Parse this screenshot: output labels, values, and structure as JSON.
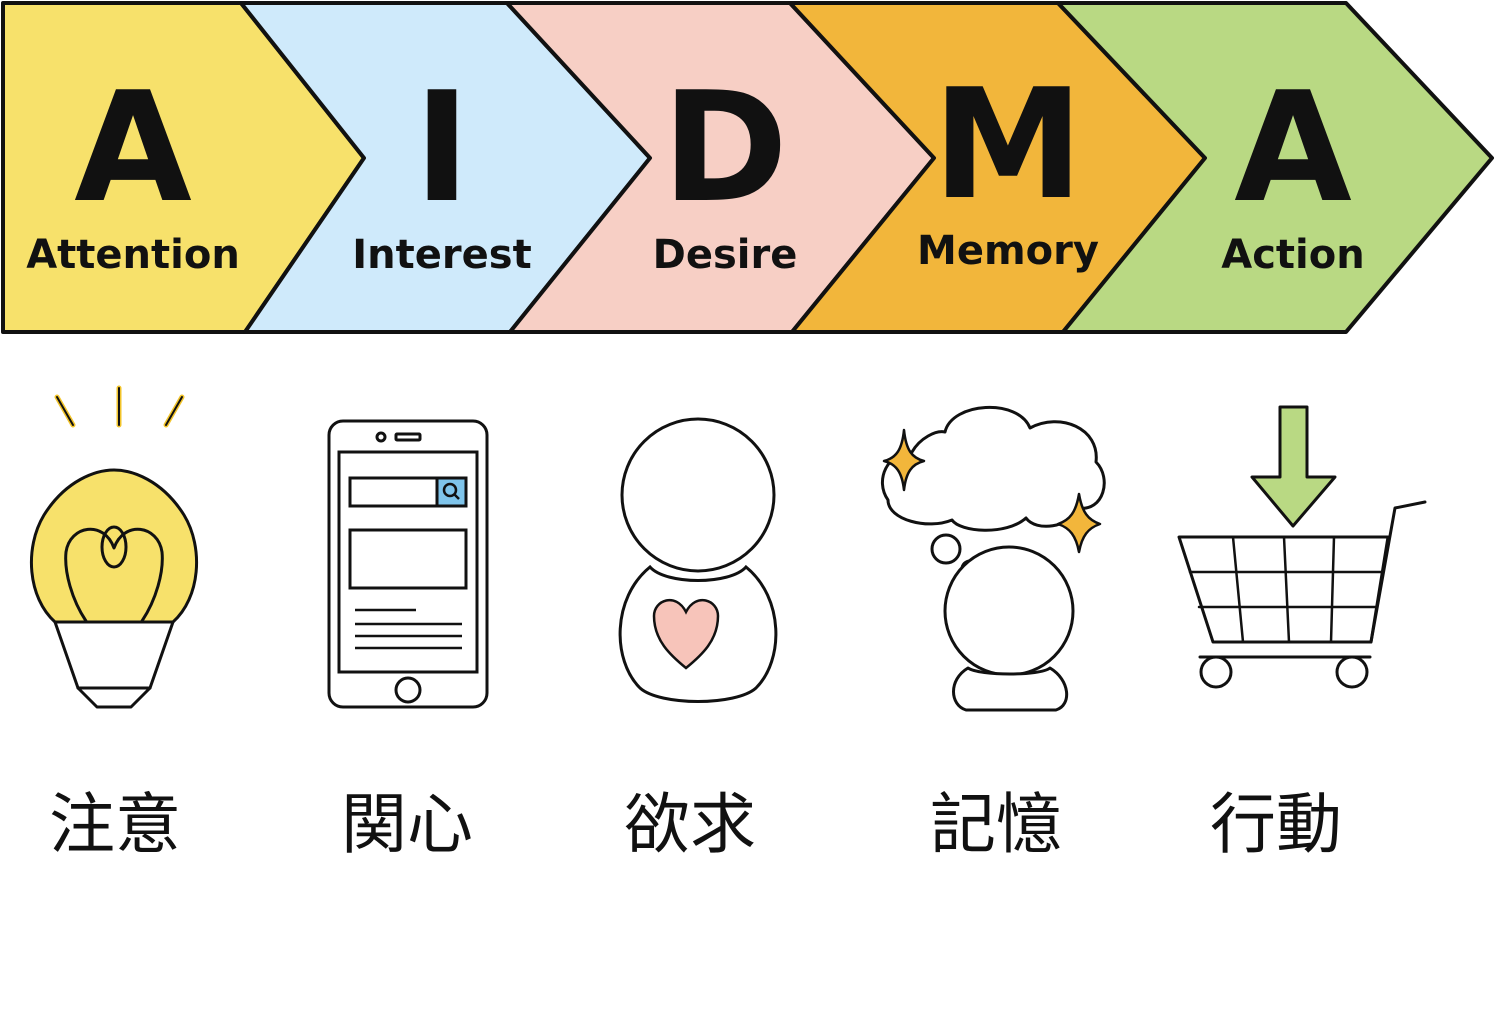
{
  "stages": [
    {
      "letter": "A",
      "word": "Attention",
      "kanji": "注意",
      "color": "#F7E16B",
      "icon": "lightbulb-icon"
    },
    {
      "letter": "I",
      "word": "Interest",
      "kanji": "関心",
      "color": "#CFEAFB",
      "icon": "smartphone-search-icon"
    },
    {
      "letter": "D",
      "word": "Desire",
      "kanji": "欲求",
      "color": "#F7CFC5",
      "icon": "person-heart-icon"
    },
    {
      "letter": "M",
      "word": "Memory",
      "kanji": "記憶",
      "color": "#F2B63B",
      "icon": "thought-bubble-icon"
    },
    {
      "letter": "A",
      "word": "Action",
      "kanji": "行動",
      "color": "#B9D983",
      "icon": "shopping-cart-icon"
    }
  ],
  "accent_colors": {
    "bulb": "#F7E16B",
    "search_button": "#7FC4EA",
    "heart": "#F7C4BA",
    "sparkle": "#F2B63B",
    "arrow": "#B9D983",
    "outline": "#111111"
  }
}
